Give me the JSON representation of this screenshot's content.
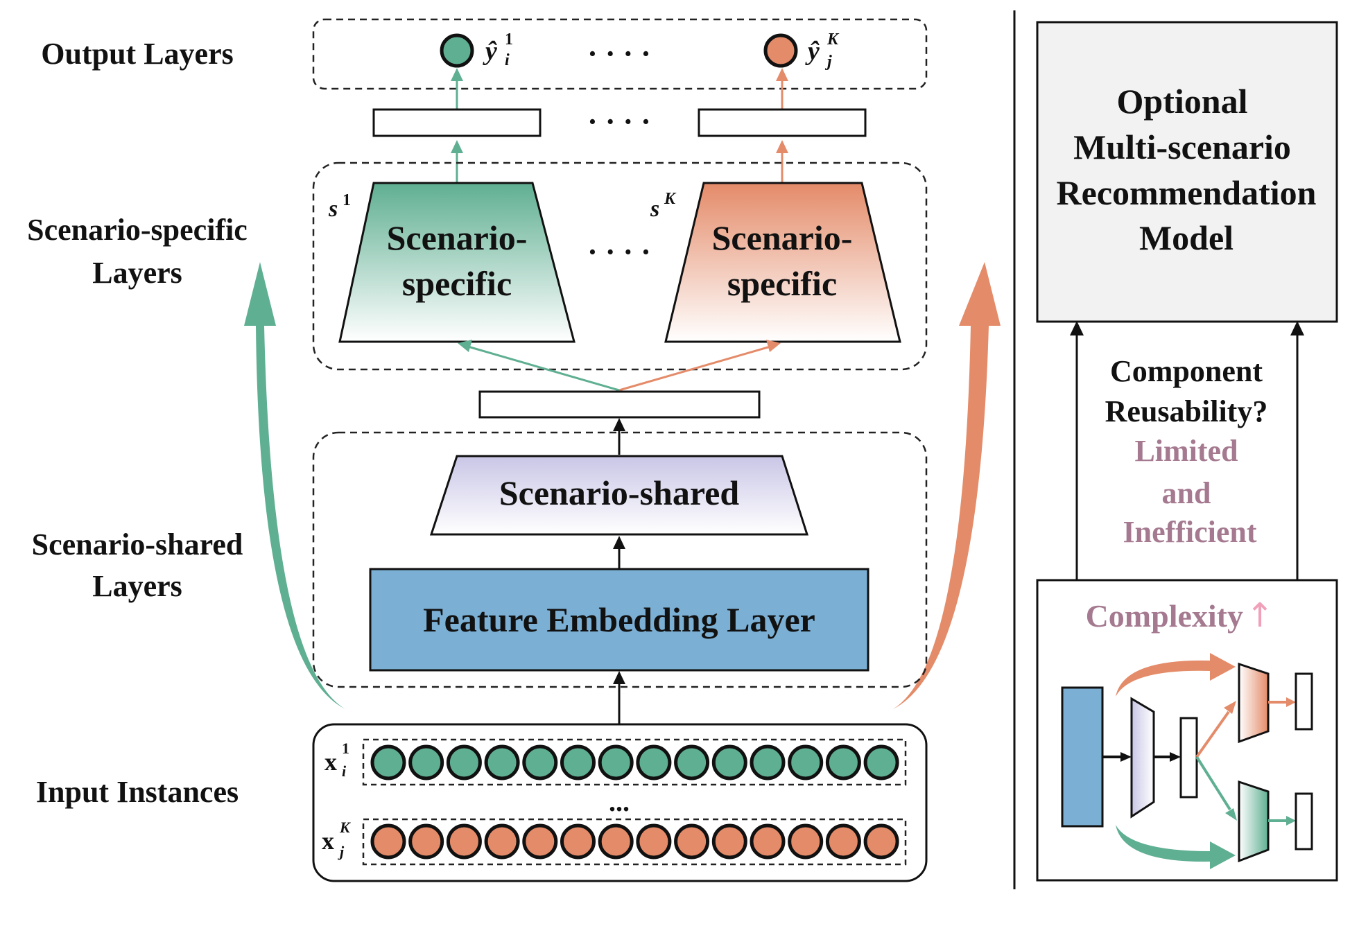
{
  "layer_labels": {
    "output": "Output Layers",
    "specific_line1": "Scenario-specific",
    "specific_line2": "Layers",
    "shared_line1": "Scenario-shared",
    "shared_line2": "Layers",
    "input": "Input Instances"
  },
  "output": {
    "left": {
      "base": "ŷ",
      "sup": "1",
      "sub": "i"
    },
    "right": {
      "base": "ŷ",
      "sup": "K",
      "sub": "j"
    },
    "dots": "· · · ·"
  },
  "hidden_dots": "· · · ·",
  "specific": {
    "left_scenario": {
      "base": "s",
      "sup": "1"
    },
    "right_scenario": {
      "base": "s",
      "sup": "K"
    },
    "left_line1": "Scenario-",
    "left_line2": "specific",
    "right_line1": "Scenario-",
    "right_line2": "specific",
    "dots": "· · · ·"
  },
  "shared": {
    "tower_label": "Scenario-shared",
    "embedding_label": "Feature Embedding Layer"
  },
  "inputs": {
    "top": {
      "base": "x",
      "sup": "1",
      "sub": "i"
    },
    "bottom": {
      "base": "x",
      "sup": "K",
      "sub": "j"
    },
    "ellipsis": "...",
    "features_per_row": 14
  },
  "right_panel": {
    "model_lines": [
      "Optional",
      "Multi-scenario",
      "Recommendation",
      "Model"
    ],
    "question_lines": [
      "Component",
      "Reusability?"
    ],
    "answer_lines": [
      "Limited",
      "and",
      "Inefficient"
    ],
    "complexity_label": "Complexity",
    "complexity_arrow": "↑"
  },
  "colors": {
    "green": "#5faf92",
    "orange": "#e48b69",
    "embedding_blue": "#7bafd4",
    "shared_lavender": "#dcdaf0",
    "model_box_fill": "#f2f2f2",
    "mauve_text": "#a57a90",
    "complexity_arrow": "#f0a0b8"
  }
}
